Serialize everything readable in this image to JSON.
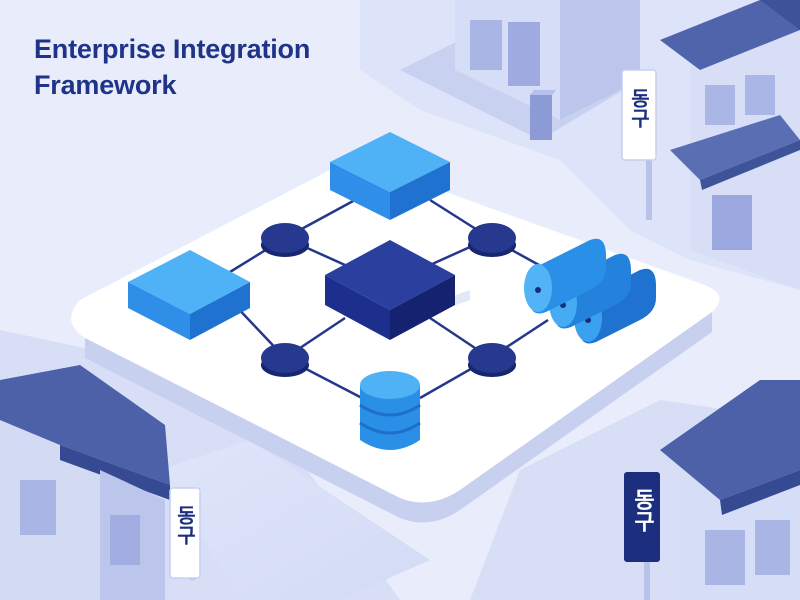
{
  "title": {
    "line1": "Enterprise Integration",
    "line2": "Framework"
  },
  "signs": {
    "top_right": "동구",
    "bottom_right": "동구",
    "bottom_left": "동구"
  },
  "colors": {
    "background": "#e9edfb",
    "title_text": "#1f3488",
    "platform_top": "#ffffff",
    "hub_dark": "#1c2f8c",
    "module_blue": "#2e8ee8",
    "module_blue_light": "#4fb0f5",
    "node_dark": "#23368f",
    "building_wall": "#d3daf4",
    "building_roof": "#4c61a8",
    "sign_dark": "#1c2f7e"
  },
  "diagram": {
    "hub": "central-hub-block",
    "modules": [
      "top-module",
      "left-module"
    ],
    "storage": [
      "server-rack-stack",
      "database-cylinder"
    ],
    "nodes": [
      "node-top-left",
      "node-top-right",
      "node-bottom-left",
      "node-bottom-right"
    ]
  }
}
